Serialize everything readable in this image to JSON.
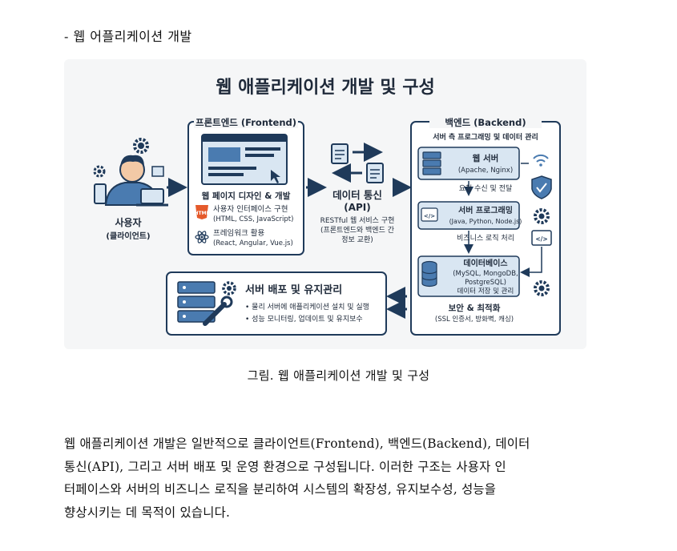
{
  "heading": "- 웹 어플리케이션 개발",
  "figure": {
    "title": "웹 애플리케이션 개발 및 구성",
    "user": {
      "label": "사용자",
      "sub": "(클라이언트)"
    },
    "frontend": {
      "title": "프론트엔드 (Frontend)",
      "subtitle": "웹 페이지 디자인 & 개발",
      "item1": "사용자 인터페이스 구현",
      "item1_sub": "(HTML, CSS, JavaScript)",
      "item2": "프레임워크 활용",
      "item2_sub": "(React, Angular, Vue.js)",
      "html_badge": "HTML"
    },
    "api": {
      "title": "데이터 통신",
      "sub": "(API)",
      "desc1": "RESTful 웹 서비스 구현",
      "desc2": "(프론트엔드와 백엔드 간",
      "desc3": "정보 교환)"
    },
    "backend": {
      "title": "백엔드 (Backend)",
      "subtitle": "서버 측 프로그래밍 및 데이터 관리",
      "web_server": "웹 서버",
      "web_server_sub": "(Apache, Nginx)",
      "req": "요청 수신 및 전달",
      "programming": "서버 프로그래밍",
      "programming_sub": "(Java, Python, Node.js)",
      "logic": "비즈니스 로직 처리",
      "database": "데이터베이스",
      "database_sub1": "(MySQL, MongoDB,",
      "database_sub2": "PostgreSQL)",
      "database_sub3": "데이터 저장 및 관리",
      "security": "보안 & 최적화",
      "security_sub": "(SSL 인증서, 방화벽, 캐싱)",
      "code_glyph": "</>"
    },
    "deploy": {
      "title": "서버 배포 및 유지관리",
      "item1": "• 물리 서버에 애플리케이션 설치 및 실행",
      "item2": "• 성능 모니터링, 업데이트 및 유지보수"
    }
  },
  "caption": "그림. 웹 애플리케이션 개발 및 구성",
  "body": {
    "line1": "웹 애플리케이션 개발은 일반적으로 클라이언트(Frontend), 백엔드(Backend), 데이터",
    "line2": "통신(API), 그리고 서버 배포 및 운영 환경으로 구성됩니다. 이러한 구조는 사용자 인",
    "line3": "터페이스와 서버의 비즈니스 로직을 분리하여 시스템의 확장성, 유지보수성, 성능을",
    "line4": "향상시키는 데 목적이 있습니다."
  },
  "colors": {
    "navy": "#1f3a5a",
    "accent": "#4a7bb0",
    "light": "#d9e6f2",
    "skin": "#f2c9a6"
  }
}
